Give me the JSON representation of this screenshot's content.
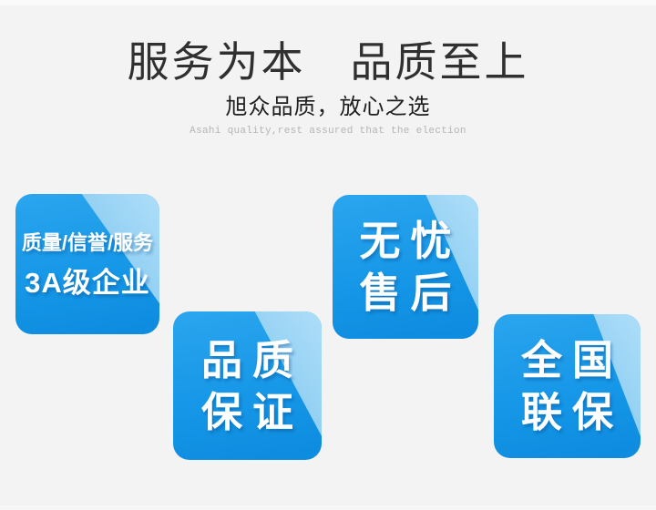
{
  "page": {
    "background_color": "#f3f3f4"
  },
  "header": {
    "title": "服务为本　品质至上",
    "subtitle": "旭众品质，放心之选",
    "tagline": "Asahi quality,rest assured that the election"
  },
  "colors": {
    "badge_blue": "#1697e7",
    "badge_blue_dark": "#0d8bdf",
    "badge_blue_top": "#2ba5ee",
    "badge_highlight_light": "#aadcf8",
    "badge_highlight_deep": "#6fbdec",
    "badge_text": "#ffffff",
    "title_text": "#303030",
    "subtitle_text": "#1e1e1e",
    "tagline_text": "#b5b5b5"
  },
  "badges": [
    {
      "name": "3a-enterprise",
      "lines": [
        "质量/信誉/服务",
        "3A级企业"
      ]
    },
    {
      "name": "worry-free-after-sales",
      "lines": [
        "无忧",
        "售后"
      ]
    },
    {
      "name": "quality-guarantee",
      "lines": [
        "品质",
        "保证"
      ]
    },
    {
      "name": "nationwide-warranty",
      "lines": [
        "全国",
        "联保"
      ]
    }
  ]
}
